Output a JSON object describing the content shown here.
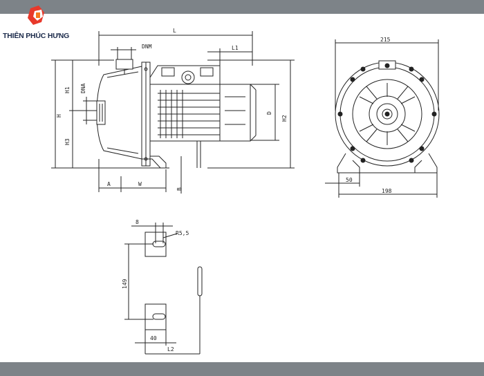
{
  "brand": {
    "name": "THIÊN PHÚC HƯNG",
    "logo_colors": [
      "#e8392b",
      "#f47b20"
    ]
  },
  "diagram": {
    "side_view": {
      "labels": {
        "L": "L",
        "DNM": "DNM",
        "L1": "L1",
        "H1": "H1",
        "DNA": "DNA",
        "H": "H",
        "H3": "H3",
        "D": "D",
        "H2": "H2",
        "A": "A",
        "W": "W",
        "B": "B"
      }
    },
    "front_view": {
      "labels": {
        "width_top": "215",
        "foot_offset": "50",
        "foot_width": "198"
      }
    },
    "foot_detail": {
      "labels": {
        "slot": "8",
        "radius": "R5,5",
        "spacing": "149",
        "foot_len": "40",
        "L2": "L2"
      }
    }
  }
}
